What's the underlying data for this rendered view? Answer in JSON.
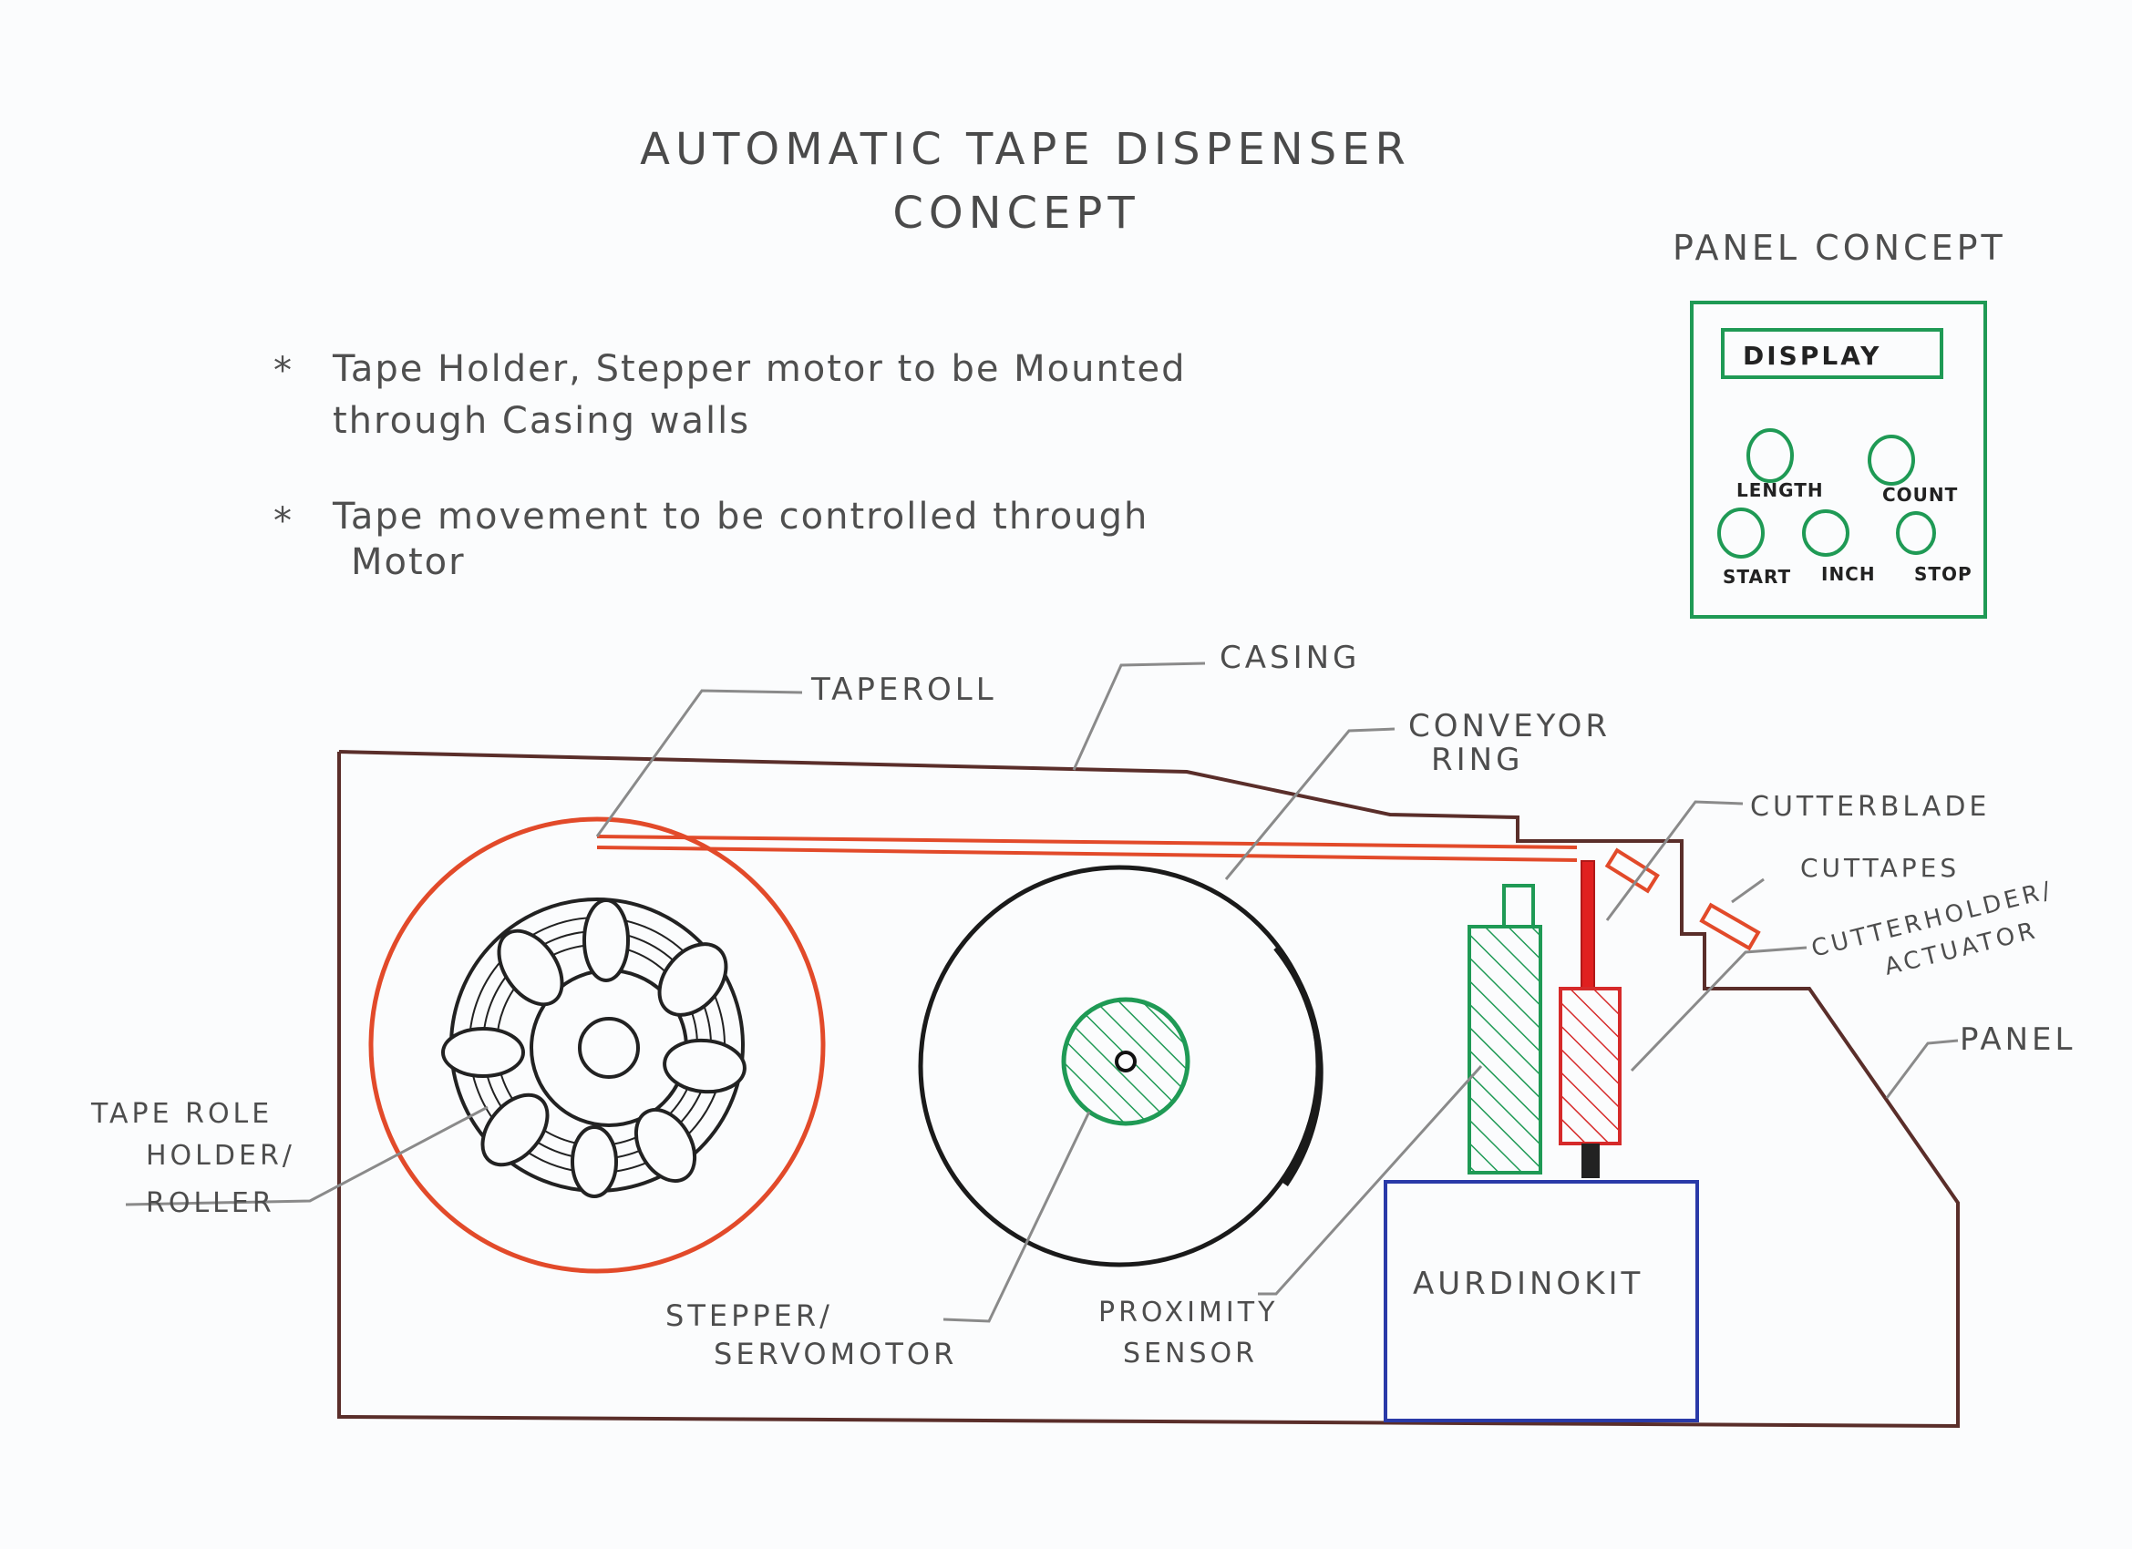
{
  "title": {
    "line1": "AUTOMATIC TAPE DISPENSER",
    "line2": "CONCEPT"
  },
  "notes": [
    {
      "bullet": "*",
      "line1": "Tape Holder, Stepper motor to be Mounted",
      "line2": "through Casing walls"
    },
    {
      "bullet": "*",
      "line1": "Tape movement to be controlled through",
      "line2": "Motor"
    }
  ],
  "panel_concept": {
    "title": "PANEL CONCEPT",
    "display": "DISPLAY",
    "buttons": [
      "LENGTH",
      "COUNT",
      "START",
      "INCH",
      "STOP"
    ]
  },
  "labels": {
    "casing": "CASING",
    "taperoll": "TAPEROLL",
    "conveyor_ring_1": "CONVEYOR",
    "conveyor_ring_2": "RING",
    "cutterblade": "CUTTERBLADE",
    "cuttapes": "CUTTAPES",
    "cutter_holder_1": "CUTTERHOLDER/",
    "cutter_holder_2": "ACTUATOR",
    "panel": "PANEL",
    "tape_role_1": "TAPE ROLE",
    "tape_role_2": "HOLDER/",
    "tape_role_3": "ROLLER",
    "stepper_1": "STEPPER/",
    "stepper_2": "SERVOMOTOR",
    "proximity_1": "PROXIMITY",
    "proximity_2": "SENSOR",
    "aurdino": "AURDINOKIT"
  },
  "colors": {
    "casing": "#5a2e2a",
    "tape": "#e24a2a",
    "conveyor": "#1a1a1a",
    "motor": "#1f9a55",
    "sensor": "#1f9a55",
    "actuator": "#d62a2a",
    "kit": "#2a3aa8",
    "panel_box": "#1f9a55",
    "leader": "#8a8a8a"
  }
}
